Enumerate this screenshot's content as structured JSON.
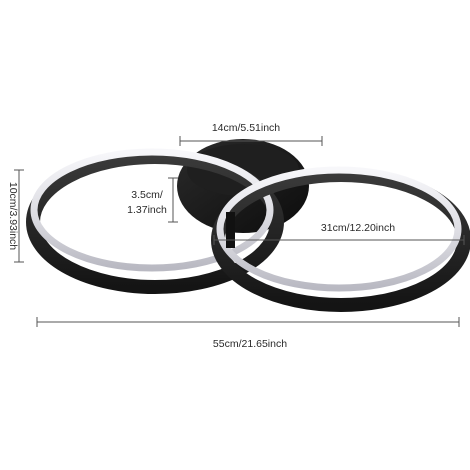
{
  "product": {
    "ring_outer_color": "#1c1c1c",
    "ring_diffuser_color": "#e6e6ea",
    "base_color": "#151515",
    "background_color": "#ffffff"
  },
  "dimensions": {
    "base_diameter": "14cm/5.51inch",
    "base_height_line1": "3.5cm/",
    "base_height_line2": "1.37inch",
    "height": "10cm/3.93inch",
    "ring_diameter": "31cm/12.20inch",
    "total_width": "55cm/21.65inch"
  }
}
